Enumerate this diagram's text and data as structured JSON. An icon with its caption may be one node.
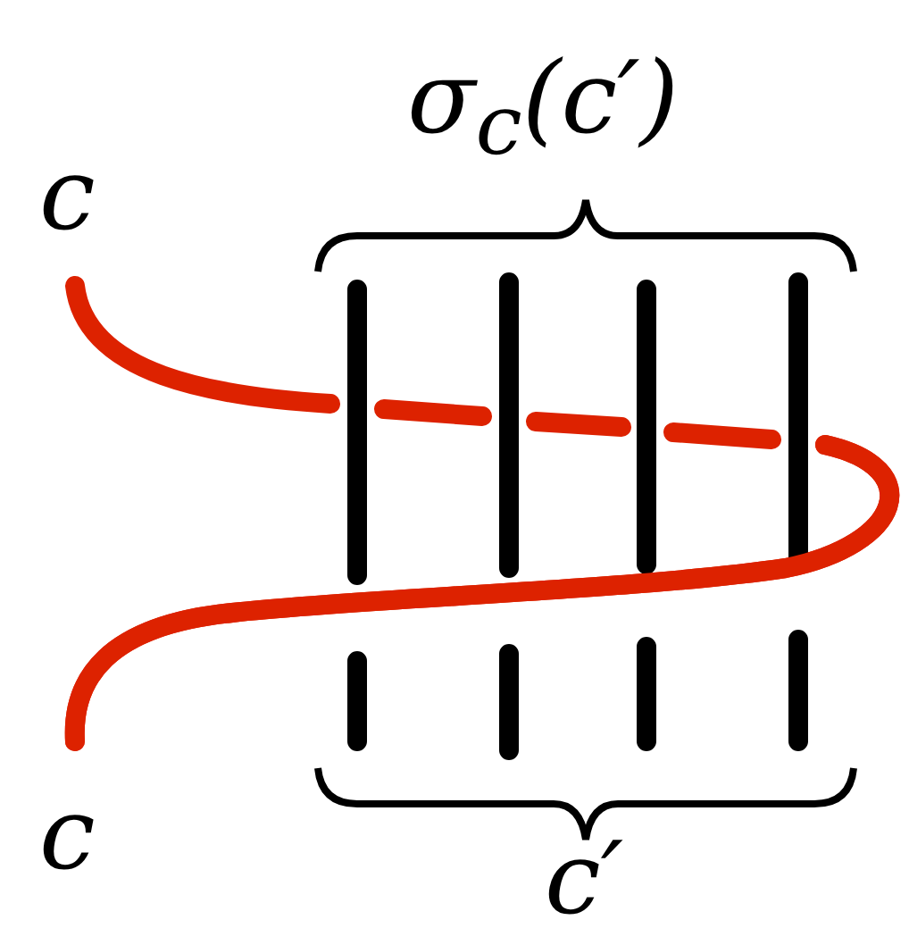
{
  "diagram": {
    "labels": [
      "σ$_{c}$(c′)",
      "c",
      "c",
      "c′"
    ]
  }
}
